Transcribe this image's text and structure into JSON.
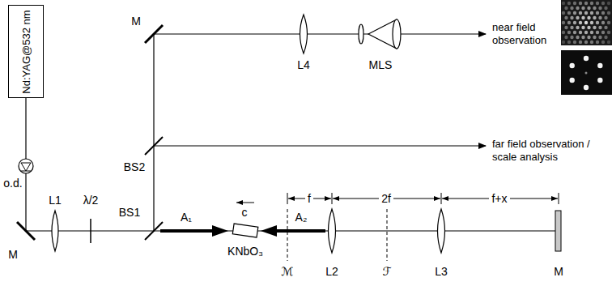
{
  "diagram": {
    "nodes": [
      {
        "text": [
          "Nd:YAG@532 nm"
        ]
      }
    ],
    "labels": [
      "o.d.",
      "L1",
      "λ/2",
      "M",
      "BS1",
      "A₁",
      "c",
      "KNbO₃",
      "A₂",
      "f",
      "L2",
      "2f",
      "L3",
      "f+x",
      "M",
      "ℳ",
      "ℱ",
      "M",
      "BS2",
      "L4",
      "MLS",
      "near field observation",
      "far field observation / scale analysis"
    ]
  }
}
